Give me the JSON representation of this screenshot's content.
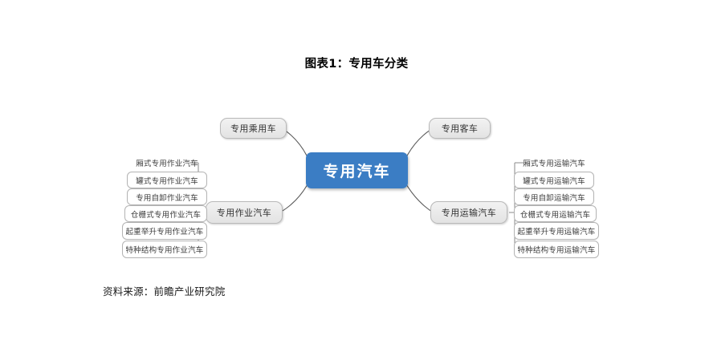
{
  "title": "图表1：专用车分类",
  "source": "资料来源：前瞻产业研究院",
  "colors": {
    "root_fill": "#3b7dc4",
    "root_text": "#ffffff",
    "branch_fill": "#e9e9e9",
    "branch_border": "#b9b9b9",
    "leaf_border": "#b3b3b3",
    "connector": "#5a5a5a"
  },
  "diagram": {
    "type": "mindmap",
    "root": {
      "label": "专用汽车"
    },
    "branches": [
      {
        "id": "passenger",
        "label": "专用乘用车",
        "side": "left",
        "leaves": []
      },
      {
        "id": "bus",
        "label": "专用客车",
        "side": "right",
        "leaves": []
      },
      {
        "id": "operation",
        "label": "专用作业汽车",
        "side": "left",
        "leaves": [
          {
            "label": "厢式专用作业汽车"
          },
          {
            "label": "罐式专用作业汽车"
          },
          {
            "label": "专用自卸作业汽车"
          },
          {
            "label": "仓栅式专用作业汽车"
          },
          {
            "label": "起重举升专用作业汽车"
          },
          {
            "label": "特种结构专用作业汽车"
          }
        ]
      },
      {
        "id": "transport",
        "label": "专用运输汽车",
        "side": "right",
        "leaves": [
          {
            "label": "厢式专用运输汽车"
          },
          {
            "label": "罐式专用运输汽车"
          },
          {
            "label": "专用自卸运输汽车"
          },
          {
            "label": "仓栅式专用运输汽车"
          },
          {
            "label": "起重举升专用运输汽车"
          },
          {
            "label": "特种结构专用运输汽车"
          }
        ]
      }
    ]
  }
}
